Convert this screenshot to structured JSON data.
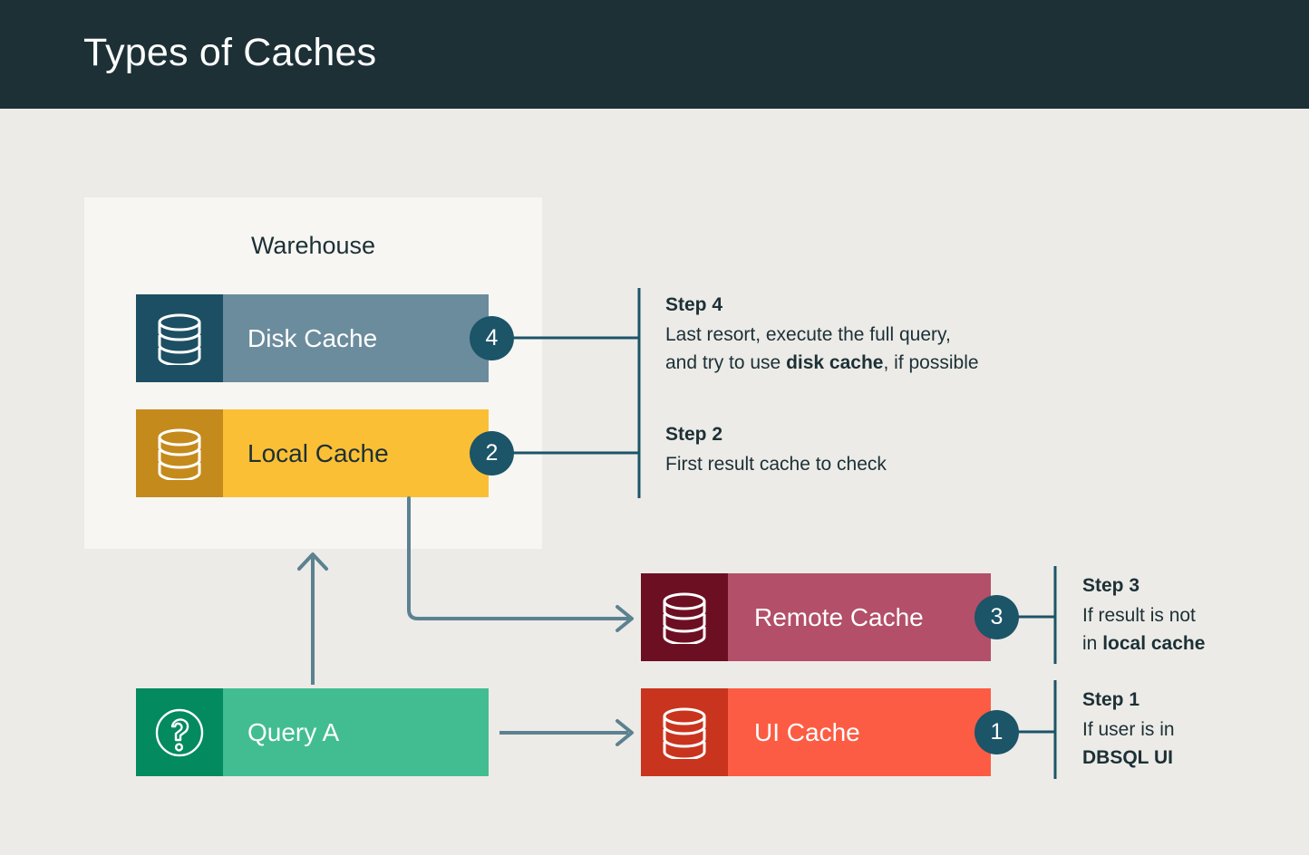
{
  "header": {
    "title": "Types of Caches",
    "background_color": "#1c3036",
    "title_color": "#ffffff"
  },
  "page": {
    "background_color": "#ecebe7"
  },
  "warehouse": {
    "label": "Warehouse",
    "panel_color": "#f7f6f2"
  },
  "nodes": [
    {
      "id": "disk-cache",
      "label": "Disk Cache",
      "icon": "database-icon",
      "icon_tile_color": "#1c4f63",
      "body_color": "#6b8c9c",
      "text_color": "#ffffff",
      "badge": "4"
    },
    {
      "id": "local-cache",
      "label": "Local Cache",
      "icon": "database-icon",
      "icon_tile_color": "#c58a1c",
      "body_color": "#fbbf35",
      "text_color": "#1c3036",
      "badge": "2"
    },
    {
      "id": "remote-cache",
      "label": "Remote Cache",
      "icon": "database-icon",
      "icon_tile_color": "#6d0f22",
      "body_color": "#b34f68",
      "text_color": "#ffffff",
      "badge": "3"
    },
    {
      "id": "ui-cache",
      "label": "UI Cache",
      "icon": "database-icon",
      "icon_tile_color": "#c9341f",
      "body_color": "#fc5c43",
      "text_color": "#ffffff",
      "badge": "1"
    },
    {
      "id": "query-a",
      "label": "Query A",
      "icon": "question-mark-circle-icon",
      "icon_tile_color": "#038a5e",
      "body_color": "#42bd92",
      "text_color": "#ffffff",
      "badge": ""
    }
  ],
  "badges": {
    "step1": "1",
    "step2": "2",
    "step3": "3",
    "step4": "4",
    "color": "#1c5468",
    "text_color": "#ffffff"
  },
  "steps": [
    {
      "id": "step-1",
      "heading": "Step 1",
      "line1_plain": "If user is in",
      "line2_bold": "DBSQL UI",
      "target": "ui-cache"
    },
    {
      "id": "step-2",
      "heading": "Step 2",
      "line1_plain": "First result cache to check",
      "target": "local-cache"
    },
    {
      "id": "step-3",
      "heading": "Step 3",
      "line1_plain": "If result is not",
      "line2_prefix": "in ",
      "line2_bold": "local cache",
      "target": "remote-cache"
    },
    {
      "id": "step-4",
      "heading": "Step 4",
      "line1_plain": "Last resort, execute the full query,",
      "line2_prefix": "and try to use ",
      "line2_bold": "disk cache",
      "line2_suffix": ", if possible",
      "target": "disk-cache"
    }
  ],
  "connectors": {
    "line_color": "#5c8190",
    "bracket_color": "#1c5468",
    "edges": [
      {
        "from": "query-a",
        "to": "warehouse",
        "style": "arrow-up"
      },
      {
        "from": "query-a",
        "to": "ui-cache",
        "style": "arrow-right"
      },
      {
        "from": "local-cache",
        "to": "remote-cache",
        "style": "elbow-arrow"
      }
    ]
  }
}
